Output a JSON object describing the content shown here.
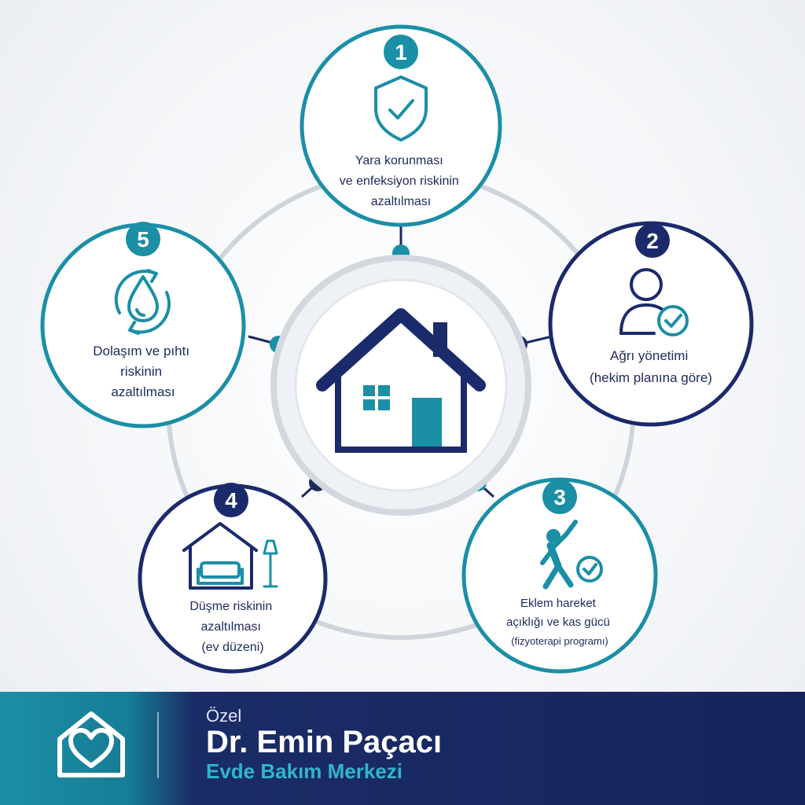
{
  "colors": {
    "teal": "#1a8fa6",
    "navy": "#1b2a6b",
    "ring": "#cfd4dc",
    "background": "#f3f5f8"
  },
  "center": {
    "icon": "house-icon"
  },
  "steps": [
    {
      "number": "1",
      "icon": "shield-check-icon",
      "lines": [
        "Yara korunması",
        "ve enfeksiyon riskinin",
        "azaltılması"
      ]
    },
    {
      "number": "2",
      "icon": "person-check-icon",
      "lines": [
        "Ağrı yönetimi",
        "(hekim planına göre)"
      ]
    },
    {
      "number": "3",
      "icon": "exercise-person-icon",
      "lines": [
        "Eklem hareket",
        "açıklığı ve kas gücü",
        "(fizyoterapi programı)"
      ]
    },
    {
      "number": "4",
      "icon": "home-furniture-icon",
      "lines": [
        "Düşme riskinin",
        "azaltılması",
        "(ev düzeni)"
      ]
    },
    {
      "number": "5",
      "icon": "circulation-drop-icon",
      "lines": [
        "Dolaşım ve pıhtı",
        "riskinin",
        "azaltılması"
      ]
    }
  ],
  "footer": {
    "logo_icon": "heart-house-icon",
    "pre_title": "Özel",
    "name": "Dr. Emin Paçacı",
    "subtitle": "Evde Bakım Merkezi"
  }
}
